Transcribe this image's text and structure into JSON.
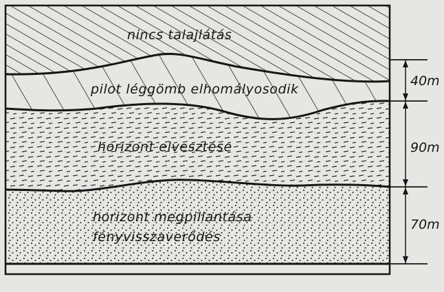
{
  "layers": [
    {
      "id": "no-ground-view",
      "lines": [
        "nincs talajlátás"
      ]
    },
    {
      "id": "balloon-obscured",
      "lines": [
        "pilot léggömb elhomályosodik"
      ]
    },
    {
      "id": "horizon-lost",
      "lines": [
        "horizont elvesztése"
      ]
    },
    {
      "id": "horizon-glimpsed",
      "lines": [
        "horizont megpillantása",
        "fényvisszaverődés"
      ]
    }
  ],
  "dimensions": [
    {
      "id": "dim-40",
      "label": "40m"
    },
    {
      "id": "dim-90",
      "label": "90m"
    },
    {
      "id": "dim-70",
      "label": "70m"
    }
  ],
  "colors": {
    "background": "#e6e6e2",
    "ink": "#151515"
  }
}
